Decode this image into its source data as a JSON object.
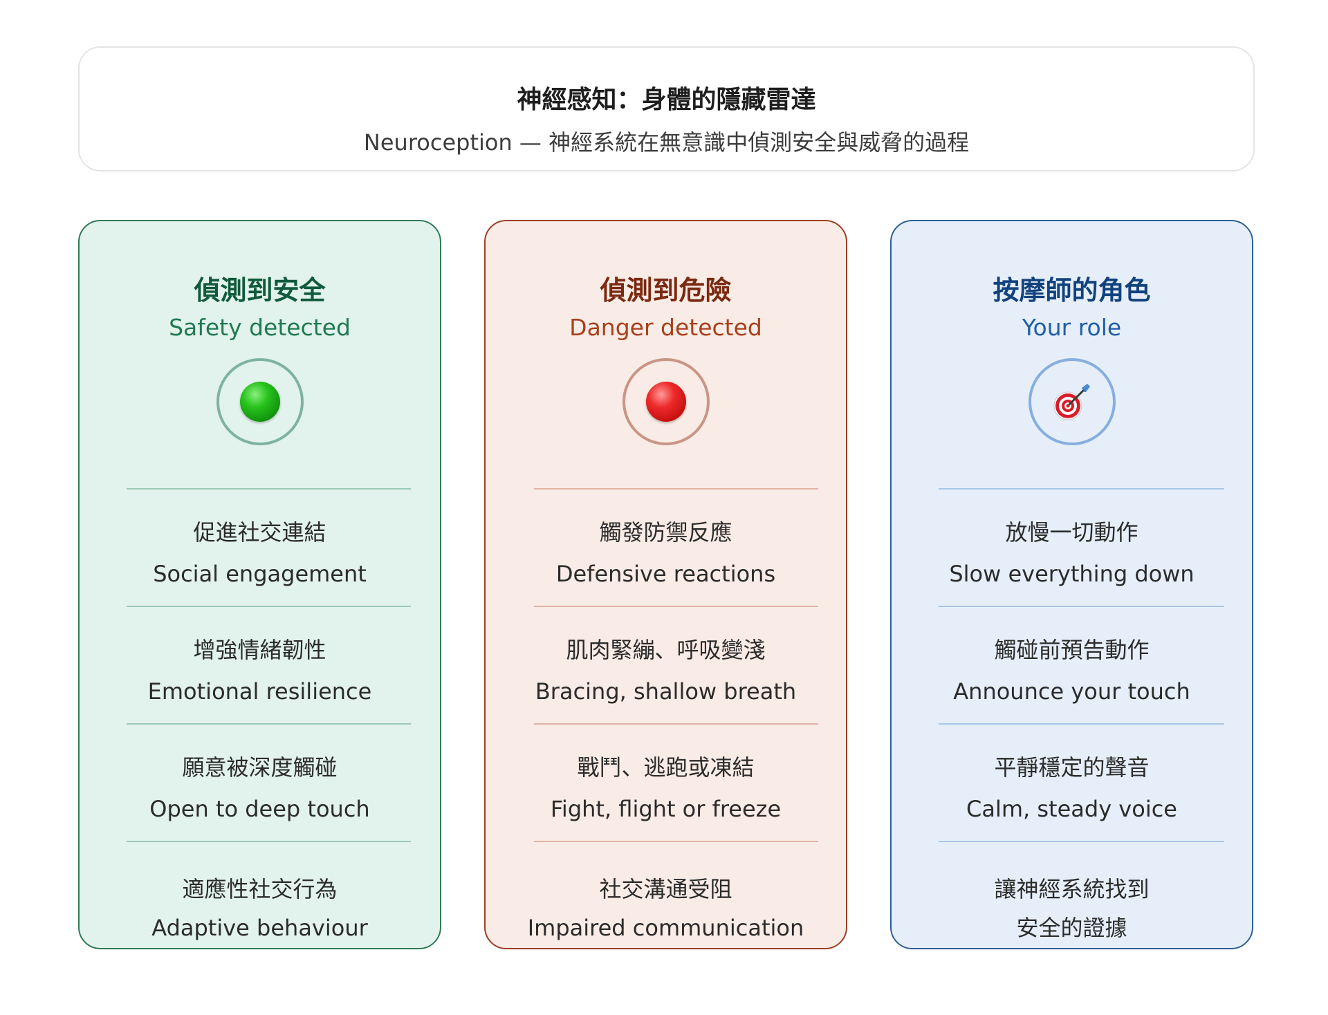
{
  "header": {
    "title": "神經感知：身體的隱藏雷達",
    "subtitle": "Neuroception — 神經系統在無意識中偵測安全與威脅的過程"
  },
  "columns": [
    {
      "title": "偵測到安全",
      "subtitle": "Safety detected",
      "icon": "green-circle",
      "accent_color": "#0f5a3c",
      "items": [
        {
          "zh": "促進社交連結",
          "en": "Social engagement"
        },
        {
          "zh": "增強情緒韌性",
          "en": "Emotional resilience"
        },
        {
          "zh": "願意被深度觸碰",
          "en": "Open to deep touch"
        },
        {
          "zh": "適應性社交行為",
          "en": "Adaptive behaviour"
        }
      ]
    },
    {
      "title": "偵測到危險",
      "subtitle": "Danger detected",
      "icon": "red-circle",
      "accent_color": "#7b2a12",
      "items": [
        {
          "zh": "觸發防禦反應",
          "en": "Defensive reactions"
        },
        {
          "zh": "肌肉緊繃、呼吸變淺",
          "en": "Bracing, shallow breath"
        },
        {
          "zh": "戰鬥、逃跑或凍結",
          "en": "Fight, flight or freeze"
        },
        {
          "zh": "社交溝通受阻",
          "en": "Impaired communication"
        }
      ]
    },
    {
      "title": "按摩師的角色",
      "subtitle": "Your role",
      "icon": "target-icon",
      "accent_color": "#12427e",
      "items": [
        {
          "zh": "放慢一切動作",
          "en": "Slow everything down"
        },
        {
          "zh": "觸碰前預告動作",
          "en": "Announce your touch"
        },
        {
          "zh": "平靜穩定的聲音",
          "en": "Calm, steady voice"
        },
        {
          "zh": "讓神經系統找到",
          "en": "安全的證據"
        }
      ]
    }
  ]
}
